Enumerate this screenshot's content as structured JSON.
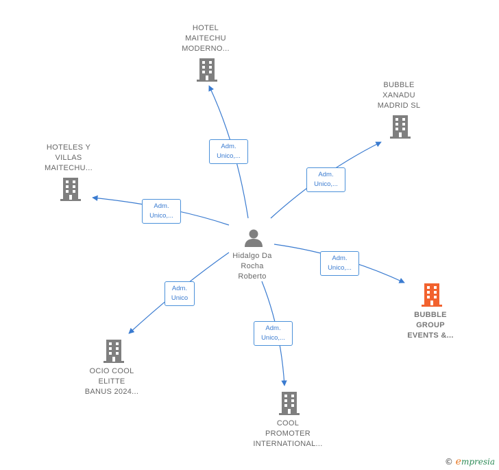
{
  "colors": {
    "edge": "#3a7bd0",
    "company": "#7f7f7f",
    "company_highlight": "#f2622e",
    "person": "#7f7f7f"
  },
  "center": {
    "name": "Hidalgo Da\nRocha\nRoberto",
    "icon": "person-icon"
  },
  "companies": [
    {
      "key": "hotel-maitechu-moderno",
      "name": "HOTEL\nMAITECHU\nMODERNO...",
      "icon": "building-icon"
    },
    {
      "key": "bubble-xanadu",
      "name": "BUBBLE\nXANADU\nMADRID  SL",
      "icon": "building-icon"
    },
    {
      "key": "hoteles-villas",
      "name": "HOTELES Y\nVILLAS\nMAITECHU...",
      "icon": "building-icon"
    },
    {
      "key": "bubble-group",
      "name": "BUBBLE\nGROUP\nEVENTS &...",
      "icon": "building-icon",
      "highlight": true
    },
    {
      "key": "ocio-cool",
      "name": "OCIO COOL\nELITTE\nBANUS 2024...",
      "icon": "building-icon"
    },
    {
      "key": "cool-promoter",
      "name": "COOL\nPROMOTER\nINTERNATIONAL...",
      "icon": "building-icon"
    }
  ],
  "relations": [
    {
      "to": "hotel-maitechu-moderno",
      "label": "Adm.\nUnico,..."
    },
    {
      "to": "bubble-xanadu",
      "label": "Adm.\nUnico,..."
    },
    {
      "to": "hoteles-villas",
      "label": "Adm.\nUnico,..."
    },
    {
      "to": "bubble-group",
      "label": "Adm.\nUnico,..."
    },
    {
      "to": "ocio-cool",
      "label": "Adm.\nUnico"
    },
    {
      "to": "cool-promoter",
      "label": "Adm.\nUnico,..."
    }
  ],
  "watermark": {
    "copyright": "©",
    "brand_initial": "e",
    "brand_rest": "mpresia"
  }
}
